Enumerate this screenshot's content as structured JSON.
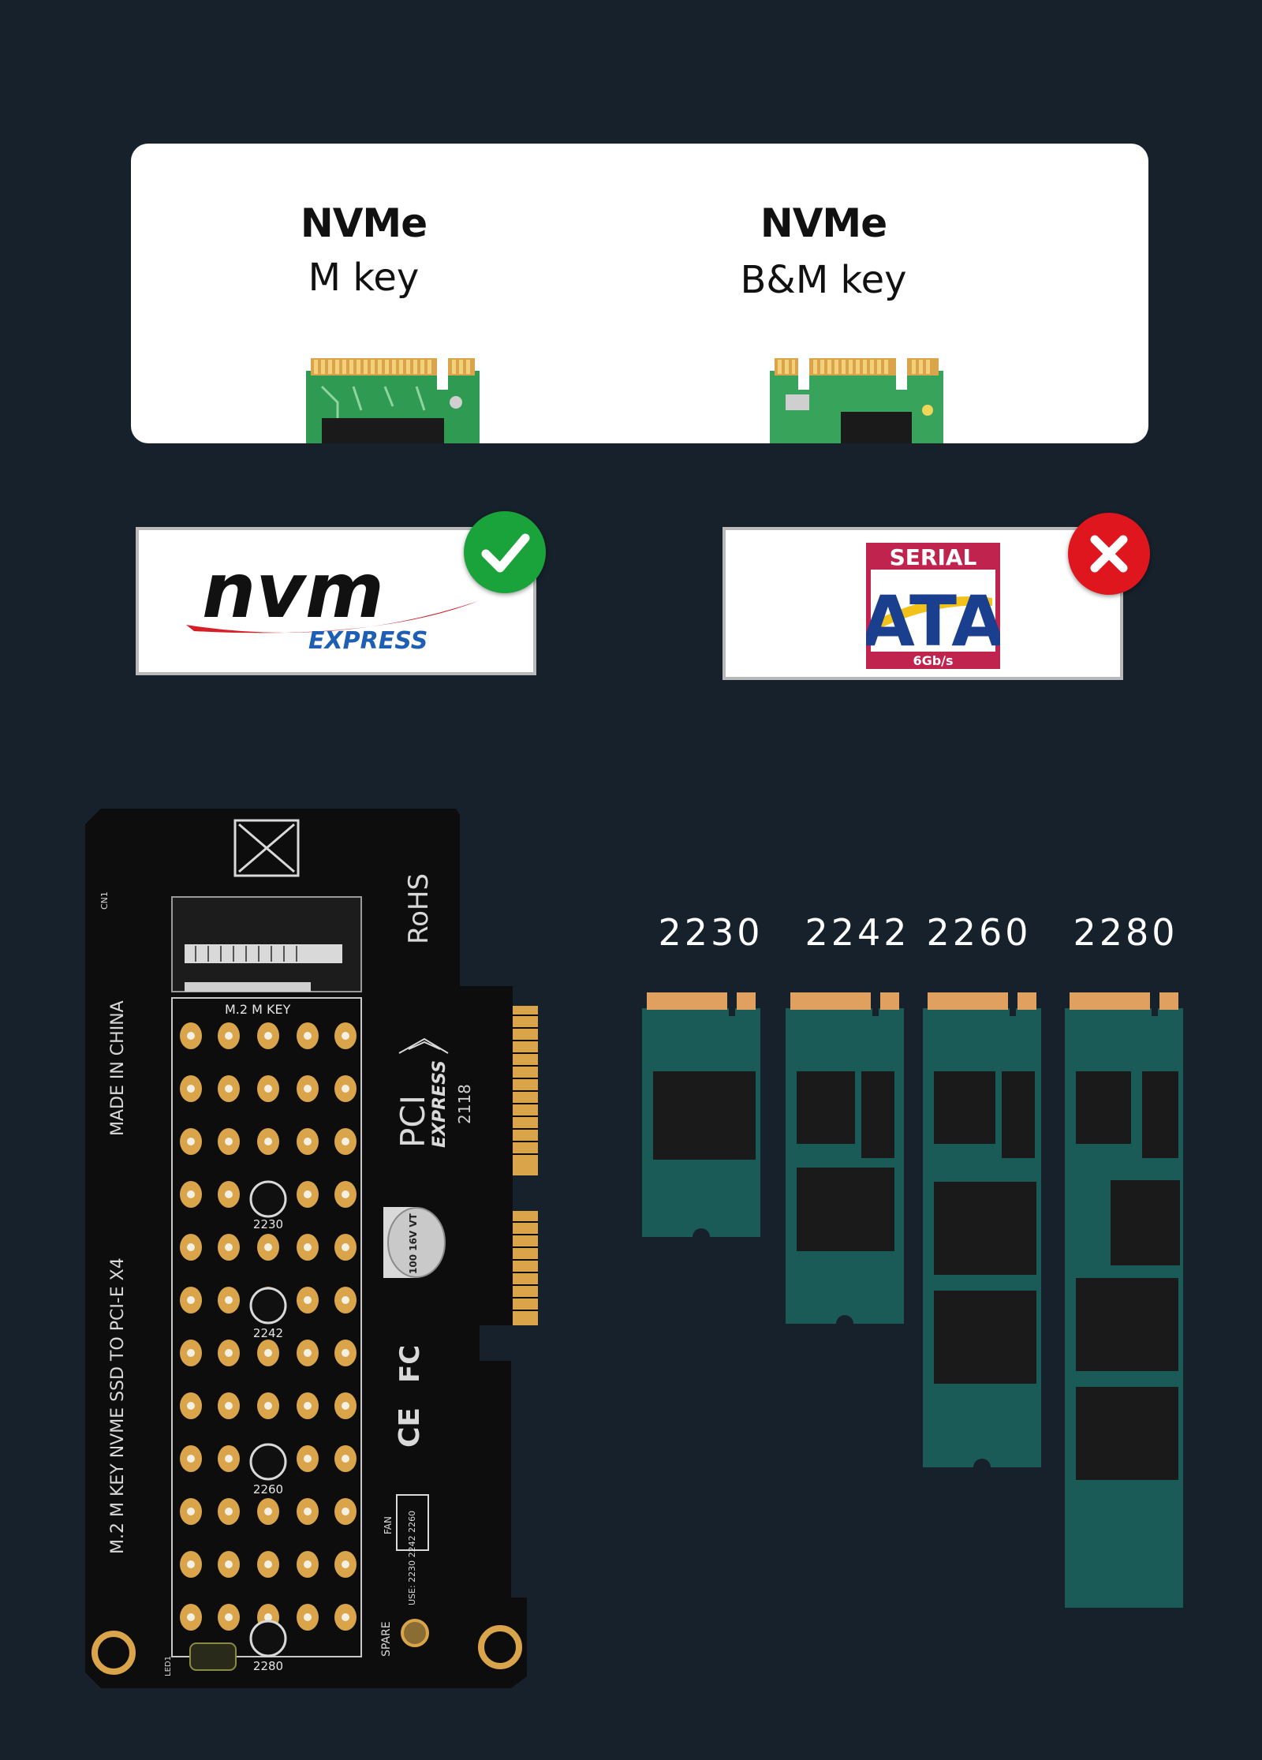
{
  "top_card": {
    "left": {
      "title": "NVMe",
      "subtitle": "M key"
    },
    "right": {
      "title": "NVMe",
      "subtitle": "B&M key"
    }
  },
  "logos": {
    "nvme": {
      "main": "nvm",
      "sub": "EXPRESS",
      "status": "supported",
      "badge_color": "#1aa33a"
    },
    "sata": {
      "top": "SERIAL",
      "main": "ATA",
      "speed": "6Gb/s",
      "status": "not-supported",
      "badge_color": "#e0161e"
    }
  },
  "adapter_card": {
    "silkscreen_side": "M.2 M KEY NVME SSD TO PCI-E X4",
    "made_in": "MADE IN CHINA",
    "rohs": "RoHS",
    "pci": "PCI",
    "pci_express": "EXPRESS",
    "slot_label": "M.2 M KEY",
    "mount_labels": [
      "2230",
      "2242",
      "2260",
      "2280"
    ],
    "date_code": "2118",
    "cap_label": "100 16V VT",
    "fc": "FC",
    "ce": "CE",
    "fan": "FAN",
    "use_label": "USE: 2230 2242 2260",
    "spare": "SPARE",
    "led": "LED1",
    "cn": "CN1"
  },
  "ssd_lengths": [
    "2230",
    "2242",
    "2260",
    "2280"
  ],
  "colors": {
    "background": "#16212b",
    "ssd_pcb": "#1a5a57",
    "ssd_connector": "#e0a060",
    "ssd_chip": "#1a1a1a",
    "pad": "#d9a44a"
  }
}
